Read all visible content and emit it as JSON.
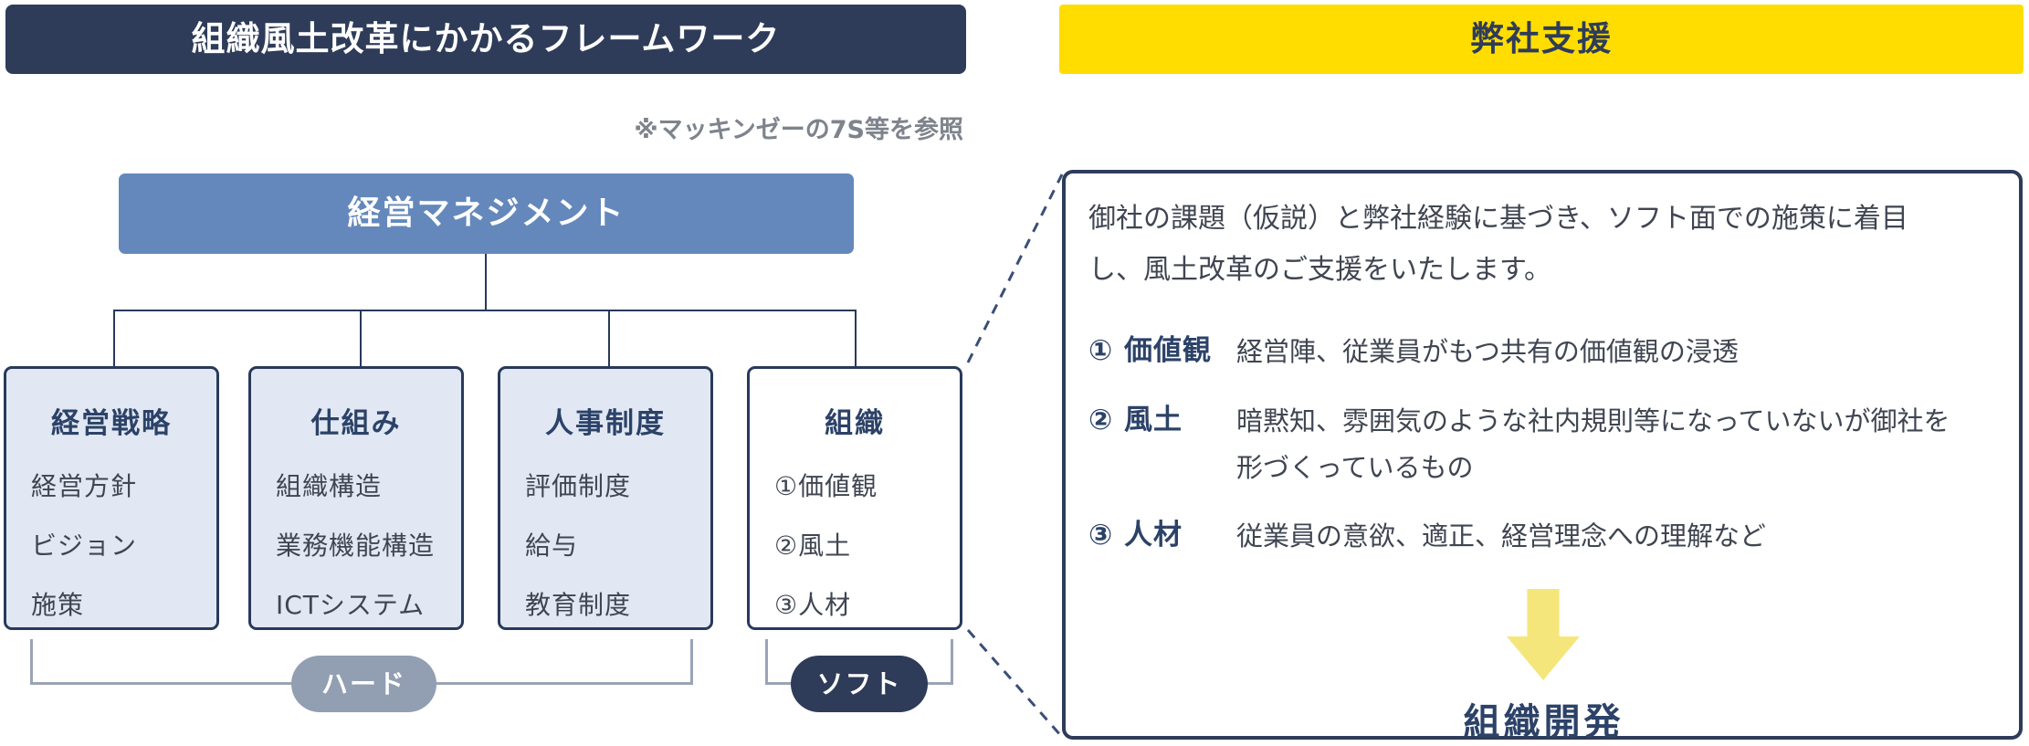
{
  "left": {
    "title": "組織風土改革にかかるフレームワーク",
    "note": "※マッキンゼーの7S等を参照",
    "management_box": "経営マネジメント",
    "boxes": [
      {
        "title": "経営戦略",
        "items": [
          "経営方針",
          "ビジョン",
          "施策"
        ]
      },
      {
        "title": "仕組み",
        "items": [
          "組織構造",
          "業務機能構造",
          "ICTシステム"
        ]
      },
      {
        "title": "人事制度",
        "items": [
          "評価制度",
          "給与",
          "教育制度"
        ]
      },
      {
        "title": "組織",
        "items": [
          "①価値観",
          "②風土",
          "③人材"
        ]
      }
    ],
    "hard_label": "ハード",
    "soft_label": "ソフト"
  },
  "right": {
    "title": "弊社支援",
    "intro": "御社の課題（仮説）と弊社経験に基づき、ソフト面での施策に着目\nし、風土改革のご支援をいたします。",
    "rows": [
      {
        "label": "① 価値観",
        "desc": "経営陣、従業員がもつ共有の価値観の浸透"
      },
      {
        "label": "② 風土",
        "desc": "暗黙知、雰囲気のような社内規則等になっていないが御社を\n形づくっているもの"
      },
      {
        "label": "③ 人材",
        "desc": "従業員の意欲、適正、経営理念への理解など"
      }
    ],
    "outcome": "組織開発"
  },
  "colors": {
    "header_navy": "#2E3C59",
    "header_yellow": "#FFDD00",
    "management_blue": "#6488BB",
    "box_fill": "#E1E8F3",
    "box_border": "#29395B",
    "hard_pill": "#929EB2",
    "soft_pill": "#2E3C59",
    "bracket_line": "#9AA4B6",
    "arrow_yellow": "#F5E67C",
    "label_navy": "#2C4268",
    "body_text": "#3F4551",
    "note_gray": "#7E838C"
  }
}
